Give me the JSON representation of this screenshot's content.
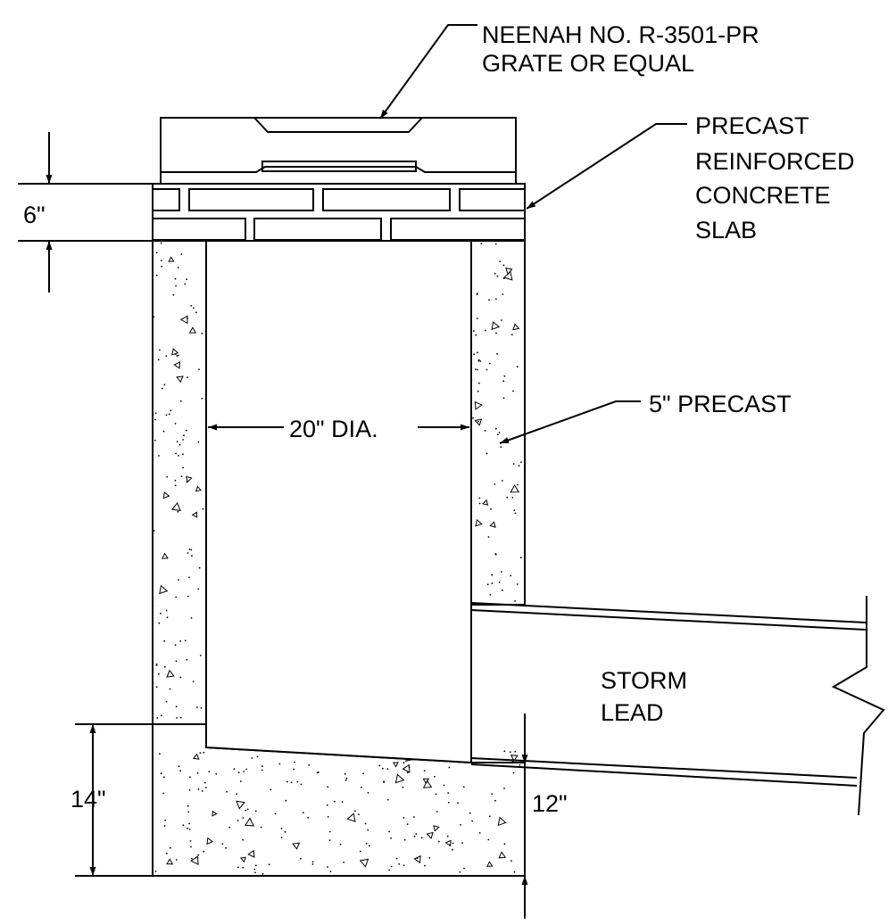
{
  "labels": {
    "grate_line1": "NEENAH NO. R-3501-PR",
    "grate_line2": "GRATE OR EQUAL",
    "slab_line1": "PRECAST",
    "slab_line2": "REINFORCED",
    "slab_line3": "CONCRETE",
    "slab_line4": "SLAB",
    "wall": "5\" PRECAST",
    "diameter": "20\" DIA.",
    "storm_line1": "STORM",
    "storm_line2": "LEAD"
  },
  "dimensions": {
    "slab_thickness": "6\"",
    "base_thickness": "14\"",
    "pipe_offset": "12\""
  }
}
